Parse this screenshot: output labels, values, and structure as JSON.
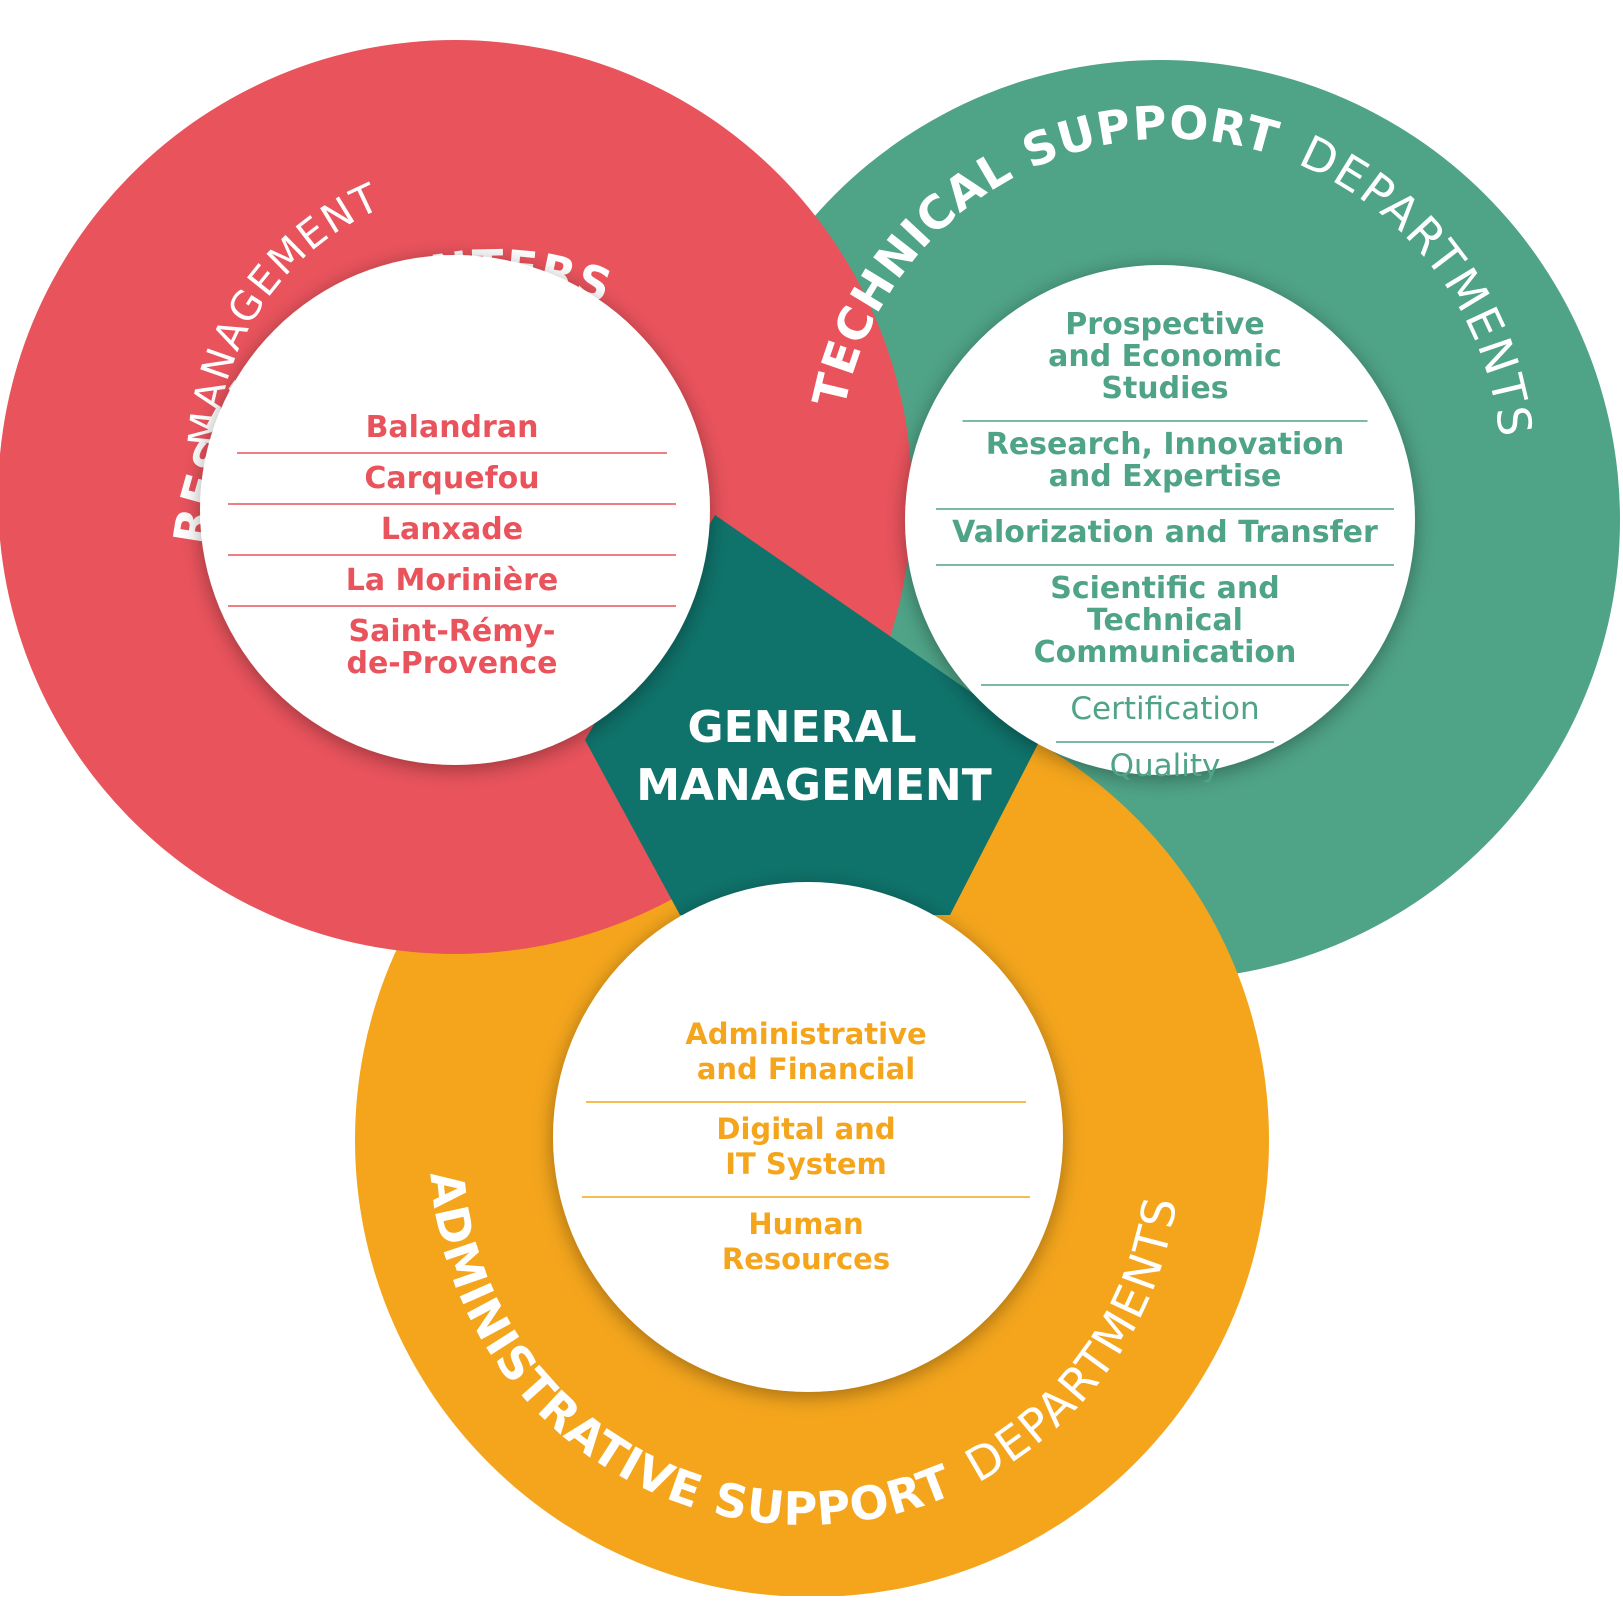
{
  "colors": {
    "research": "#e9535c",
    "technical": "#4fa387",
    "administrative": "#f4a51c",
    "general": "#0f736b",
    "inner": "#ffffff"
  },
  "research_centers": {
    "ring_prefix": "MANAGEMENT",
    "ring_title": "RESEARCH CENTERS",
    "items": [
      {
        "lines": [
          "Balandran"
        ]
      },
      {
        "lines": [
          "Carquefou"
        ]
      },
      {
        "lines": [
          "Lanxade"
        ]
      },
      {
        "lines": [
          "La Morinière"
        ]
      },
      {
        "lines": [
          "Saint-Rémy-",
          "de-Provence"
        ]
      }
    ]
  },
  "technical_support": {
    "ring_title": "TECHNICAL SUPPORT",
    "ring_suffix": "DEPARTMENTS",
    "items": [
      {
        "lines": [
          "Prospective",
          "and Economic",
          "Studies"
        ]
      },
      {
        "lines": [
          "Research, Innovation",
          "and Expertise"
        ]
      },
      {
        "lines": [
          "Valorization and Transfer"
        ]
      },
      {
        "lines": [
          "Scientific and",
          "Technical",
          "Communication"
        ]
      },
      {
        "lines": [
          "Certification"
        ],
        "light": true
      },
      {
        "lines": [
          "Quality"
        ],
        "light": true
      }
    ]
  },
  "administrative_support": {
    "ring_title": "ADMINISTRATIVE SUPPORT",
    "ring_suffix": "DEPARTMENTS",
    "items": [
      {
        "lines": [
          "Administrative",
          "and Financial"
        ]
      },
      {
        "lines": [
          "Digital and",
          "IT System"
        ]
      },
      {
        "lines": [
          "Human",
          "Resources"
        ]
      }
    ]
  },
  "general_management": {
    "line1": "GENERAL",
    "line2": "MANAGEMENT"
  }
}
